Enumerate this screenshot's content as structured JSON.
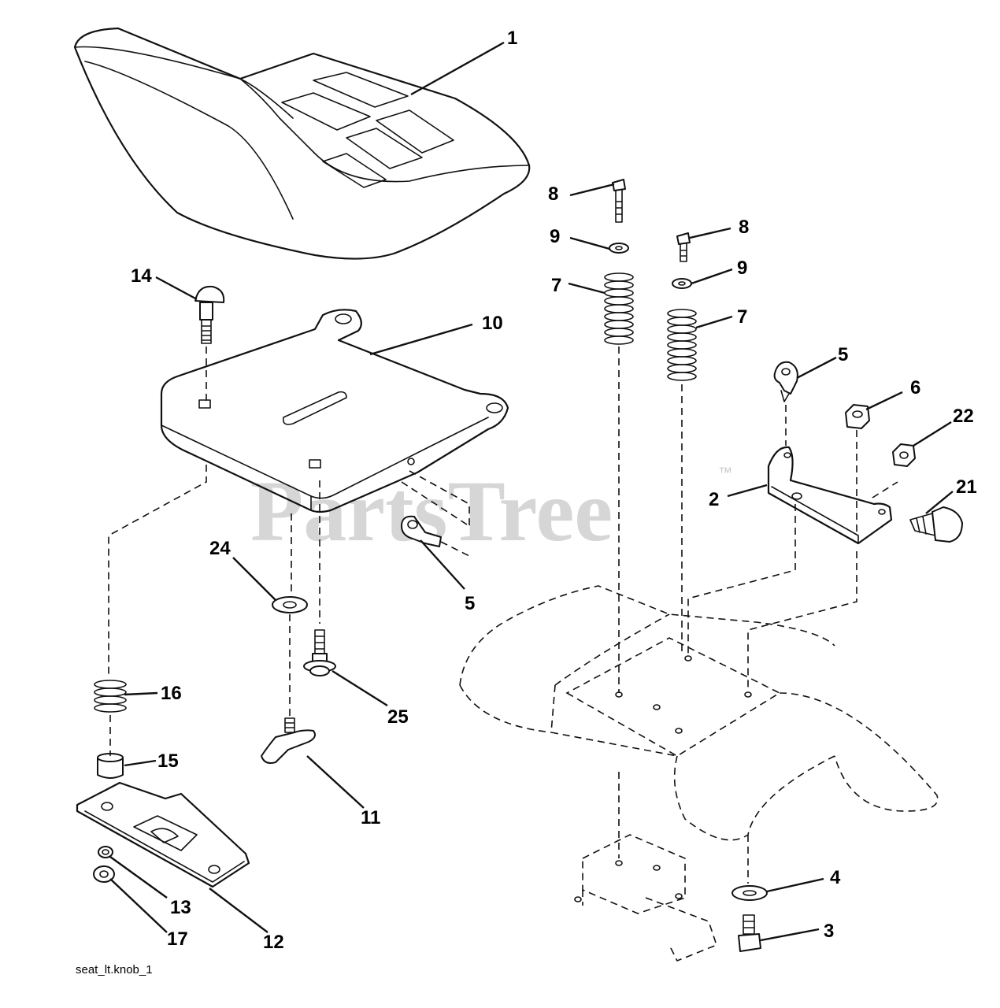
{
  "watermark": {
    "text": "PartsTree",
    "trademark": "™"
  },
  "caption": "seat_lt.knob_1",
  "callouts": {
    "c1": "1",
    "c2": "2",
    "c3": "3",
    "c4": "4",
    "c5a": "5",
    "c5b": "5",
    "c6": "6",
    "c7a": "7",
    "c7b": "7",
    "c8a": "8",
    "c8b": "8",
    "c9a": "9",
    "c9b": "9",
    "c10": "10",
    "c11": "11",
    "c12": "12",
    "c13": "13",
    "c14": "14",
    "c15": "15",
    "c16": "16",
    "c17": "17",
    "c21": "21",
    "c22": "22",
    "c24": "24",
    "c25": "25"
  }
}
